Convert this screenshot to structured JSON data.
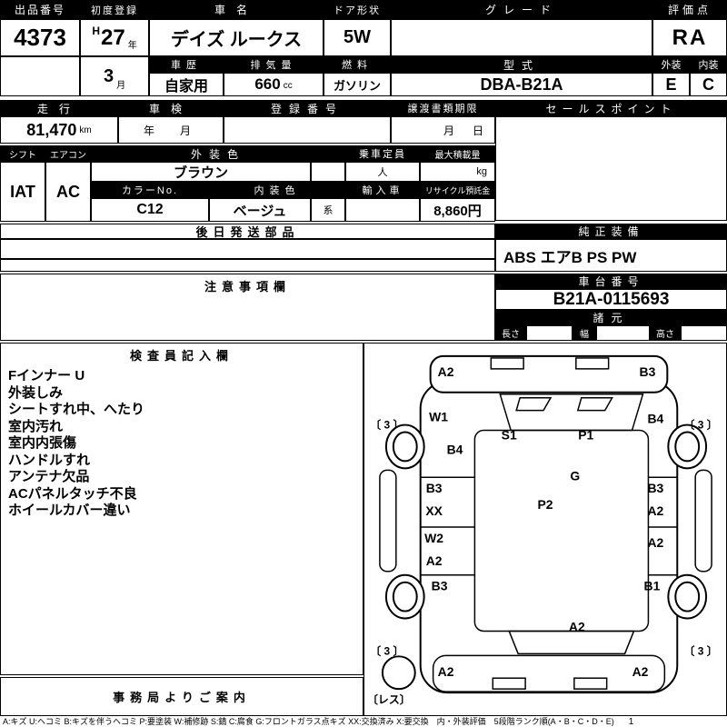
{
  "top": {
    "lot_label": "出品番号",
    "lot_value": "4373",
    "first_reg_label": "初度登録",
    "first_reg_era": "H",
    "first_reg_year": "27",
    "first_reg_year_unit": "年",
    "first_reg_month": "3",
    "first_reg_month_unit": "月",
    "car_name_label": "車名",
    "car_name_value": "デイズ ルークス",
    "door_label": "ドア形状",
    "door_value": "5W",
    "grade_label": "グレード",
    "grade_value": "",
    "score_label": "評価点",
    "score_value": "RA",
    "history_label": "車歴",
    "history_value": "自家用",
    "displacement_label": "排気量",
    "displacement_value": "660",
    "displacement_unit": "cc",
    "fuel_label": "燃料",
    "fuel_value": "ガソリン",
    "model_label": "型式",
    "model_value": "DBA-B21A",
    "exterior_label": "外装",
    "exterior_value": "E",
    "interior_label": "内装",
    "interior_value": "C"
  },
  "registration": {
    "mileage_label": "走行",
    "mileage_value": "81,470",
    "mileage_unit": "km",
    "inspection_label": "車検",
    "inspection_value": "年　月",
    "reg_no_label": "登録番号",
    "reg_no_value": "",
    "transfer_label": "譲渡書類期限",
    "transfer_value": "月　日",
    "sales_point_label": "セールスポイント",
    "sales_point_value": ""
  },
  "condition": {
    "shift_label": "シフト",
    "shift_value": "IAT",
    "aircon_label": "エアコン",
    "aircon_value": "AC",
    "ext_color_label": "外装色",
    "ext_color_value": "ブラウン",
    "capacity_label": "乗車定員",
    "capacity_unit": "人",
    "payload_label": "最大積載量",
    "payload_unit": "kg",
    "color_no_label": "カラーNo.",
    "color_no_value": "C12",
    "int_color_label": "内装色",
    "int_color_value": "ベージュ",
    "int_color_suffix": "系",
    "import_label": "輸入車",
    "import_value": "",
    "recycle_label": "リサイクル預託金",
    "recycle_value": "8,860円"
  },
  "sections": {
    "later_parts_label": "後日発送部品",
    "equipment_label": "純正装備",
    "equipment_value": "ABS エアB PS PW",
    "notes_label": "注意事項欄",
    "chassis_label": "車台番号",
    "chassis_value": "B21A-0115693",
    "spec_label": "諸元",
    "length_label": "長さ",
    "width_label": "幅",
    "height_label": "高さ"
  },
  "inspector": {
    "title": "検査員記入欄",
    "items": [
      "Fインナー U",
      "外装しみ",
      "シートすれ中、へたり",
      "室内汚れ",
      "室内内張傷",
      "ハンドルすれ",
      "アンテナ欠品",
      "ACパネルタッチ不良",
      "ホイールカバー違い"
    ],
    "office_title": "事務局よりご案内"
  },
  "diagram": {
    "labels": [
      {
        "part": "front-bumper-left",
        "text": "A2"
      },
      {
        "part": "front-bumper-right",
        "text": "B3"
      },
      {
        "part": "tire-front-left",
        "text": "〔 3 〕"
      },
      {
        "part": "front-fender-left",
        "text": "W1"
      },
      {
        "part": "front-left-panel",
        "text": "B4"
      },
      {
        "part": "cowl-left",
        "text": "S1"
      },
      {
        "part": "cowl-right",
        "text": "P1"
      },
      {
        "part": "front-fender-right",
        "text": "B4"
      },
      {
        "part": "tire-front-right",
        "text": "〔 3 〕"
      },
      {
        "part": "left-front-door-upper",
        "text": "B3"
      },
      {
        "part": "left-front-door-lower",
        "text": "XX"
      },
      {
        "part": "roof-front",
        "text": "G"
      },
      {
        "part": "roof-center",
        "text": "P2"
      },
      {
        "part": "right-front-door-upper",
        "text": "B3"
      },
      {
        "part": "right-front-door-lower",
        "text": "A2"
      },
      {
        "part": "left-rear-door-upper",
        "text": "W2"
      },
      {
        "part": "left-rear-door-lower",
        "text": "A2"
      },
      {
        "part": "right-rear-door",
        "text": "A2"
      },
      {
        "part": "left-quarter",
        "text": "B3"
      },
      {
        "part": "right-quarter",
        "text": "B1"
      },
      {
        "part": "back-door",
        "text": "A2"
      },
      {
        "part": "tire-rear-left",
        "text": "〔 3 〕"
      },
      {
        "part": "tire-rear-right",
        "text": "〔 3 〕"
      },
      {
        "part": "rear-bumper-left",
        "text": "A2"
      },
      {
        "part": "rear-bumper-right",
        "text": "A2"
      },
      {
        "part": "spare-tire",
        "text": "〔レス〕"
      }
    ]
  },
  "legend": "A:キズ U:ヘコミ B:キズを伴うヘコミ P:要塗装 W:補修跡 S:錆 C:腐食 G:フロントガラス点キズ XX:交換済み X:要交換　内・外装評価　5段階ランク順(A・B・C・D・E)",
  "legend_page": "1"
}
